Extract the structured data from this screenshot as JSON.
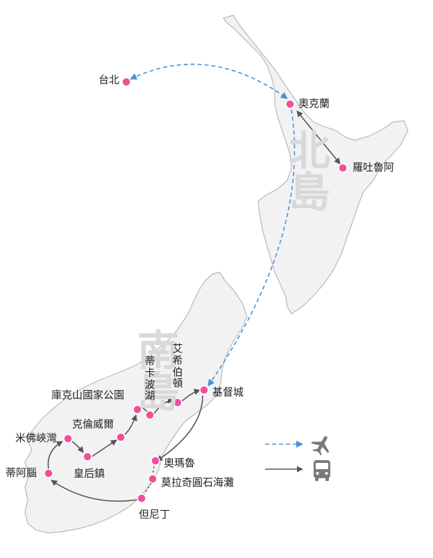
{
  "regions": {
    "north": "北島",
    "south": "南島"
  },
  "places": {
    "taipei": "台北",
    "auckland": "奧克蘭",
    "rotorua": "羅吐魯阿",
    "tekapo": "蒂卡波湖",
    "ashburton": "艾希伯頓",
    "christchurch": "基督城",
    "mt_cook": "庫克山國家公園",
    "cromwell": "克倫威爾",
    "milford": "米佛峽灣",
    "queenstown": "皇后鎮",
    "te_anau": "蒂阿腦",
    "oamaru": "奧瑪魯",
    "moeraki": "莫拉奇圓石海灘",
    "dunedin": "但尼丁"
  },
  "legend": {
    "flight_icon": "airplane-icon",
    "bus_icon": "bus-icon"
  },
  "colors": {
    "marker": "#f0509a",
    "flight": "#4a8fd6",
    "bus": "#555555",
    "land": "#f2f2f2",
    "coast": "#b8b8b8",
    "region_text": "#d9d9d9"
  }
}
